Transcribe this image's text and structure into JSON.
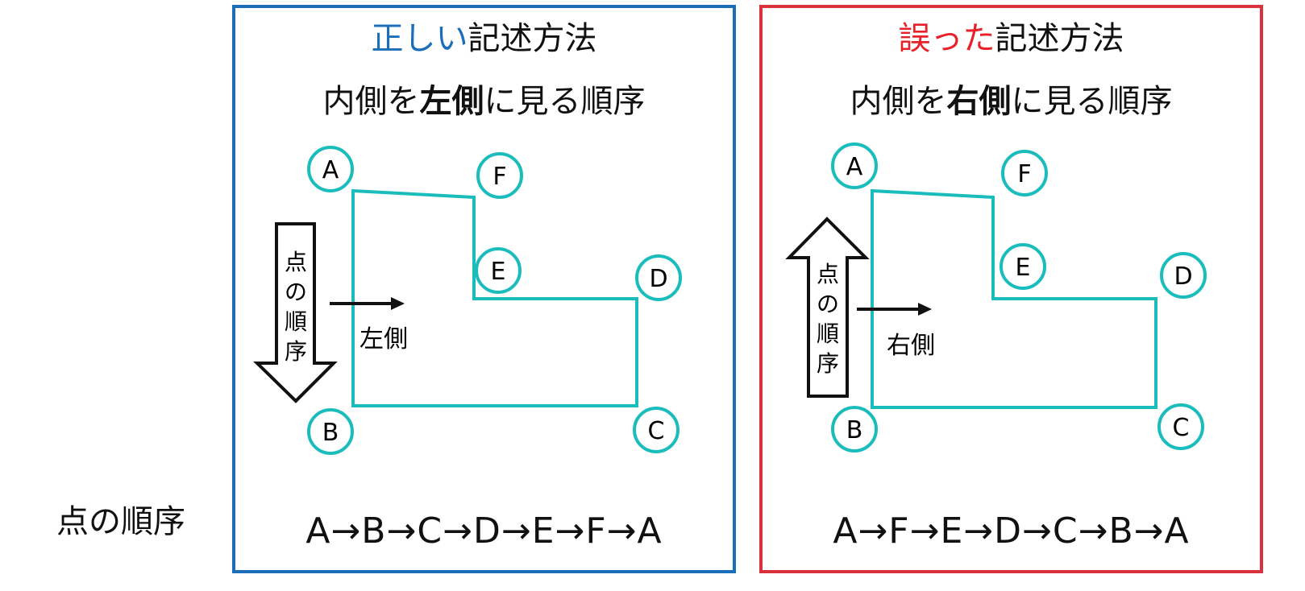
{
  "row_label": "点の順序",
  "colors": {
    "correct": "#1b6fb8",
    "wrong": "#d9323c",
    "shape": "#1bbcbc",
    "text": "#111111"
  },
  "panels": {
    "correct": {
      "heading_accent": "正しい",
      "heading_rest": "記述方法",
      "sub_pre": "内側を",
      "sub_bold": "左側",
      "sub_post": "に見る順序",
      "arrow_text": "点の順序",
      "side_label": "左側",
      "arrow_direction": "down",
      "sequence": "A→B→C→D→E→F→A",
      "points": {
        "A": "A",
        "B": "B",
        "C": "C",
        "D": "D",
        "E": "E",
        "F": "F"
      }
    },
    "wrong": {
      "heading_accent": "誤った",
      "heading_rest": "記述方法",
      "sub_pre": "内側を",
      "sub_bold": "右側",
      "sub_post": "に見る順序",
      "arrow_text": "点の順序",
      "side_label": "右側",
      "arrow_direction": "up",
      "sequence": "A→F→E→D→C→B→A",
      "points": {
        "A": "A",
        "B": "B",
        "C": "C",
        "D": "D",
        "E": "E",
        "F": "F"
      }
    }
  }
}
